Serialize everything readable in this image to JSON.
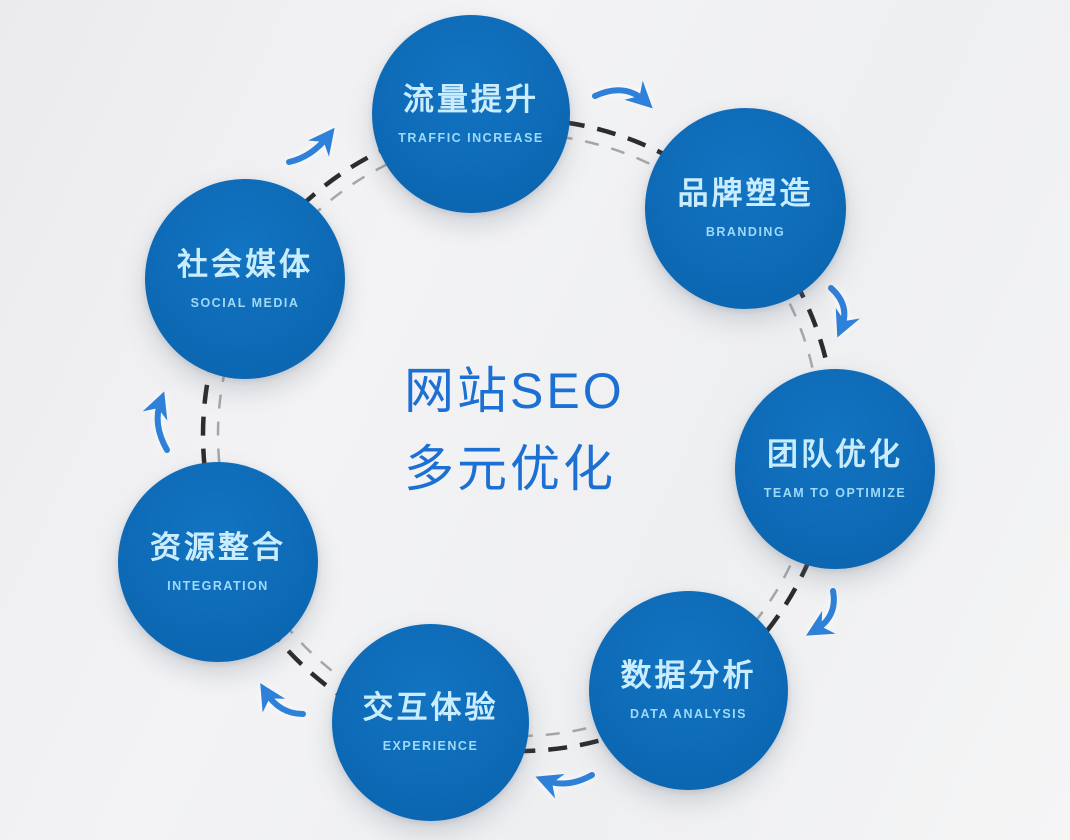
{
  "title": {
    "line1": "网站SEO",
    "line2": "多元优化"
  },
  "nodes": [
    {
      "zh": "流量提升",
      "en": "TRAFFIC INCREASE"
    },
    {
      "zh": "品牌塑造",
      "en": "BRANDING"
    },
    {
      "zh": "团队优化",
      "en": "TEAM TO OPTIMIZE"
    },
    {
      "zh": "数据分析",
      "en": "DATA ANALYSIS"
    },
    {
      "zh": "交互体验",
      "en": "EXPERIENCE"
    },
    {
      "zh": "资源整合",
      "en": "INTEGRATION"
    },
    {
      "zh": "社会媒体",
      "en": "SOCIAL MEDIA"
    }
  ],
  "colors": {
    "node_fill": "#0c66b1",
    "node_fill_light": "#1274c2",
    "node_text": "#c9edfe",
    "node_subtext": "#9edaf8",
    "title_color": "#1c70d3",
    "ring": "#2c2c2e",
    "ring_shadow": "#a6a6a8",
    "arrow": "#2e80d9"
  }
}
